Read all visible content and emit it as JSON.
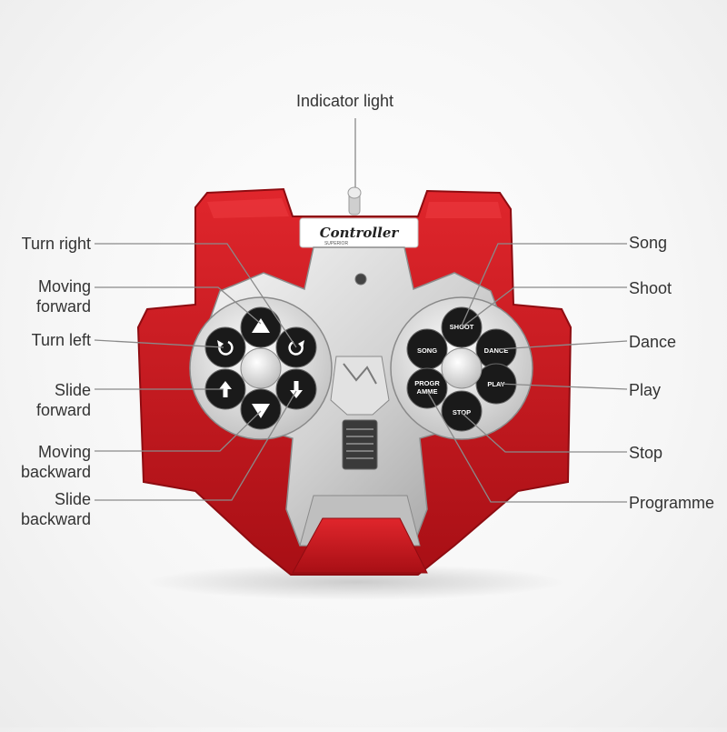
{
  "labels": {
    "indicator_light": "Indicator light",
    "turn_right": "Turn right",
    "moving_forward": "Moving\nforward",
    "turn_left": "Turn left",
    "slide_forward": "Slide\nforward",
    "moving_backward": "Moving\nbackward",
    "slide_backward": "Slide\nbackward",
    "song": "Song",
    "shoot": "Shoot",
    "dance": "Dance",
    "play": "Play",
    "stop": "Stop",
    "programme": "Programme"
  },
  "controller": {
    "logo_text": "Controller",
    "logo_subtext": "SUPERIOR"
  },
  "buttons": {
    "shoot": "SHOOT",
    "song": "SONG",
    "dance": "DANCE",
    "progr": "PROGR",
    "amme": "AMME",
    "play": "PLAY",
    "stop": "STOP"
  },
  "colors": {
    "body_red": "#c8161d",
    "silver": "#d9d9d9",
    "button_black": "#1a1a1a",
    "leader_line": "#8a8a8a"
  }
}
